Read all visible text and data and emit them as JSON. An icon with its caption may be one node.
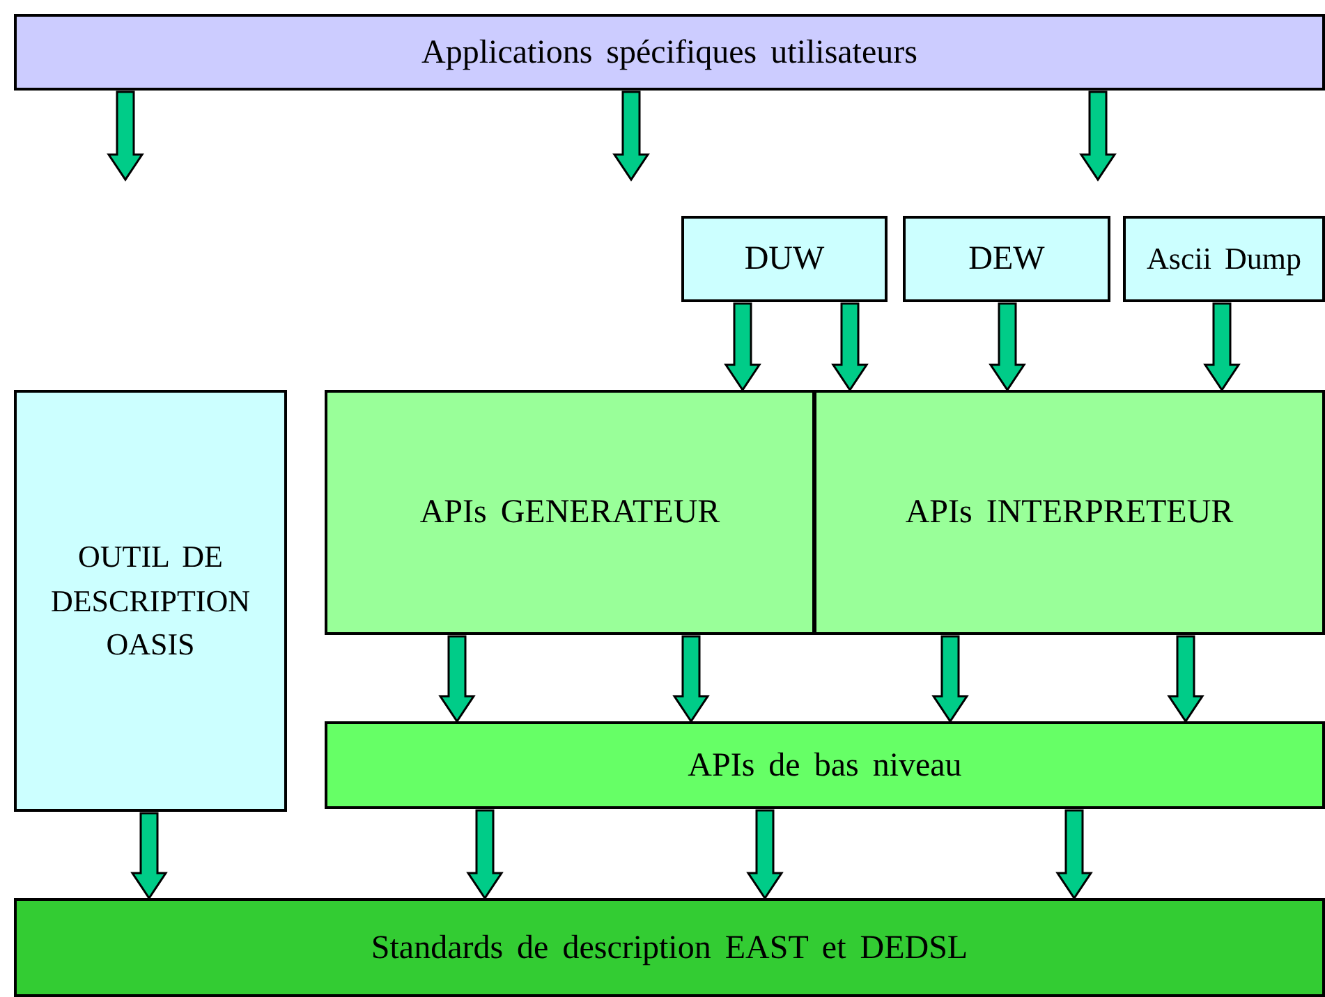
{
  "diagram": {
    "nodes": [
      {
        "text": [
          "Applications spécifiques utilisateurs"
        ]
      },
      {
        "text": [
          "DUW"
        ]
      },
      {
        "text": [
          "DEW"
        ]
      },
      {
        "text": [
          "Ascii Dump"
        ]
      },
      {
        "text": [
          "OUTIL DE DESCRIPTION OASIS"
        ]
      },
      {
        "text": [
          "APIs GENERATEUR"
        ]
      },
      {
        "text": [
          "APIs INTERPRETEUR"
        ]
      },
      {
        "text": [
          "APIs de bas niveau"
        ]
      },
      {
        "text": [
          "Standards de description EAST et DEDSL"
        ]
      }
    ],
    "edges": [
      {
        "from": 0,
        "to": null,
        "arrow": "to"
      },
      {
        "from": 0,
        "to": null,
        "arrow": "to"
      },
      {
        "from": 0,
        "to": null,
        "arrow": "to"
      },
      {
        "from": 1,
        "to": 5,
        "arrow": "to"
      },
      {
        "from": 1,
        "to": 6,
        "arrow": "to"
      },
      {
        "from": 2,
        "to": 6,
        "arrow": "to"
      },
      {
        "from": 3,
        "to": 6,
        "arrow": "to"
      },
      {
        "from": 5,
        "to": 7,
        "arrow": "to"
      },
      {
        "from": 5,
        "to": 7,
        "arrow": "to"
      },
      {
        "from": 6,
        "to": 7,
        "arrow": "to"
      },
      {
        "from": 6,
        "to": 7,
        "arrow": "to"
      },
      {
        "from": 4,
        "to": 8,
        "arrow": "to"
      },
      {
        "from": 7,
        "to": 8,
        "arrow": "to"
      },
      {
        "from": 7,
        "to": 8,
        "arrow": "to"
      },
      {
        "from": 7,
        "to": 8,
        "arrow": "to"
      }
    ]
  }
}
